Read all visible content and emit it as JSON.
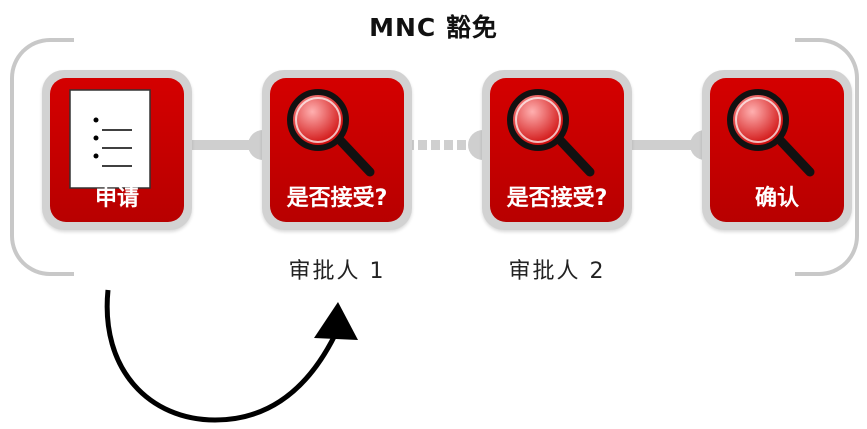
{
  "title": "MNC 豁免",
  "steps": [
    {
      "label": "申请",
      "icon": "document-icon"
    },
    {
      "label": "是否接受?",
      "icon": "magnifier-icon"
    },
    {
      "label": "是否接受?",
      "icon": "magnifier-icon"
    },
    {
      "label": "确认",
      "icon": "magnifier-icon"
    }
  ],
  "approvers": [
    "审批人 1",
    "审批人 2"
  ],
  "colors": {
    "step_red": "#c80000",
    "frame_grey": "#d2d2d2",
    "connector_grey": "#cfcfcf"
  }
}
